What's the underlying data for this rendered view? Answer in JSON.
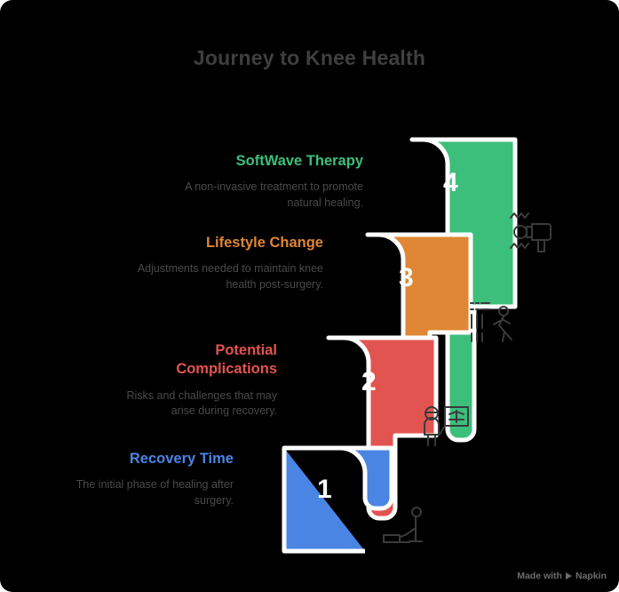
{
  "title": "Journey to Knee Health",
  "colors": {
    "background": "#000000",
    "title": "#3f3f3f",
    "description": "#4a4a4a",
    "icon": "#3a3a3a",
    "outline": "#ffffff",
    "step1": "#4A85E4",
    "step2": "#E25450",
    "step3": "#DF8734",
    "step4": "#3CBF7B"
  },
  "steps": [
    {
      "number": "1",
      "heading": "Recovery Time",
      "description": "The initial phase of healing after surgery.",
      "color": "#4A85E4",
      "icon": "person-stretching-icon"
    },
    {
      "number": "2",
      "heading": "Potential Complications",
      "description": "Risks and challenges that may arise during recovery.",
      "color": "#E25450",
      "icon": "person-presenting-chart-icon"
    },
    {
      "number": "3",
      "heading": "Lifestyle Change",
      "description": "Adjustments needed to maintain knee health post-surgery.",
      "color": "#DF8734",
      "icon": "person-running-icon"
    },
    {
      "number": "4",
      "heading": "SoftWave Therapy",
      "description": "A non-invasive treatment to promote natural healing.",
      "color": "#3CBF7B",
      "icon": "shockwave-device-icon"
    }
  ],
  "watermark": {
    "prefix": "Made with",
    "brand": "Napkin"
  }
}
